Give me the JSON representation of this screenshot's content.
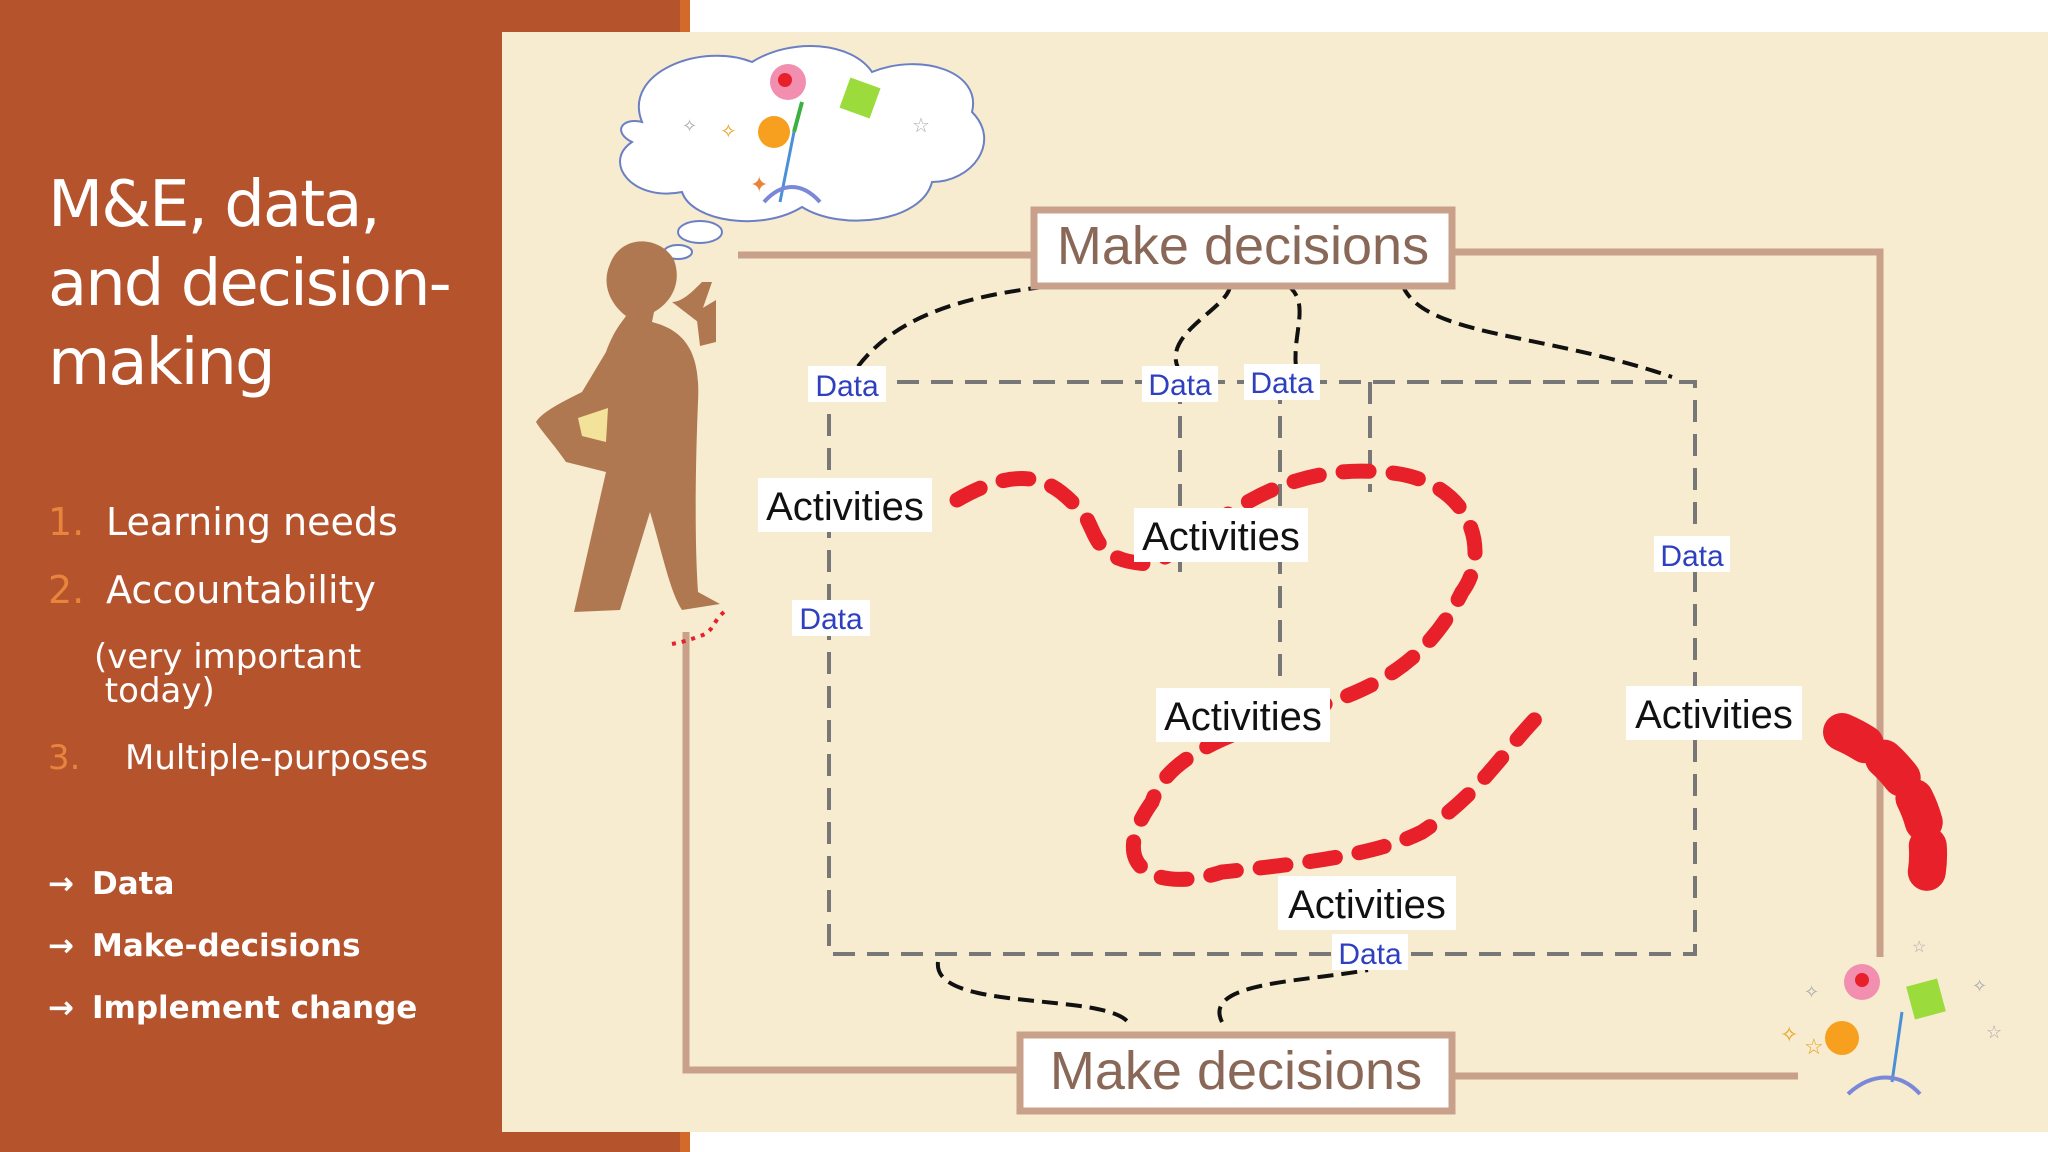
{
  "slide": {
    "title_lines": [
      "M&E, data,",
      "and decision-",
      "making"
    ],
    "numbered_items": [
      {
        "num": "1.",
        "text": "Learning needs"
      },
      {
        "num": "2.",
        "text": "Accountability"
      },
      {
        "num": "3.",
        "text": "Multiple-purposes"
      }
    ],
    "accountability_note": [
      "(very important",
      " today)"
    ],
    "arrow_glyph": "→",
    "arrow_items": [
      "Data",
      "Make-decisions",
      "Implement change"
    ]
  },
  "diagram": {
    "top_decision": "Make decisions",
    "bottom_decision": "Make decisions",
    "activities": [
      "Activities",
      "Activities",
      "Activities",
      "Activities",
      "Activities"
    ],
    "data_labels": [
      "Data",
      "Data",
      "Data",
      "Data",
      "Data",
      "Data"
    ]
  },
  "colors": {
    "left_panel": "#b5532d",
    "number_accent": "#e8843c",
    "diagram_background": "#f7ecd0",
    "decision_border": "#c9a08a",
    "data_text": "#2e3fbf",
    "activity_path": "#e8202a",
    "person": "#b07850"
  }
}
